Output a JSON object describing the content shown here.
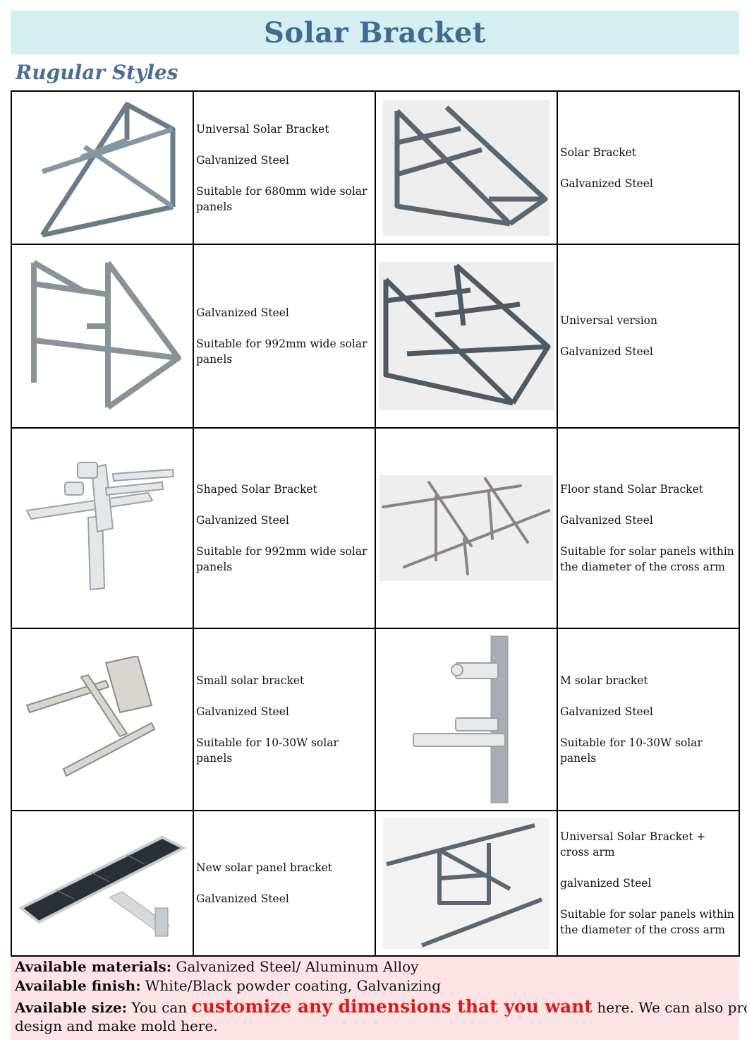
{
  "header": {
    "title": "Solar Bracket",
    "subtitle": "Rugular Styles"
  },
  "rows": [
    [
      {
        "lines": [
          "Universal Solar Bracket",
          "Galvanized Steel",
          "Suitable for 680mm wide solar panels"
        ]
      },
      {
        "lines": [
          "Solar Bracket",
          "Galvanized Steel"
        ]
      }
    ],
    [
      {
        "lines": [
          "Galvanized Steel",
          "Suitable for 992mm wide solar panels"
        ]
      },
      {
        "lines": [
          "Universal version",
          "Galvanized Steel"
        ]
      }
    ],
    [
      {
        "lines": [
          "Shaped Solar Bracket",
          "Galvanized Steel",
          "Suitable for 992mm wide solar panels"
        ]
      },
      {
        "lines": [
          "Floor stand Solar Bracket",
          "Galvanized Steel",
          "Suitable for solar panels within the diameter of the cross arm"
        ]
      }
    ],
    [
      {
        "lines": [
          "Small solar bracket",
          "Galvanized Steel",
          "Suitable for 10-30W solar panels"
        ]
      },
      {
        "lines": [
          "M solar bracket",
          "Galvanized Steel",
          "Suitable for 10-30W solar panels"
        ]
      }
    ],
    [
      {
        "lines": [
          "New solar panel bracket",
          "Galvanized Steel"
        ]
      },
      {
        "lines": [
          "Universal Solar Bracket + cross arm",
          "galvanized Steel",
          "Suitable for solar panels within the diameter of the cross arm"
        ]
      }
    ]
  ],
  "footer": {
    "materials_label": "Available materials:",
    "materials_value": " Galvanized Steel/ Aluminum Alloy",
    "finish_label": "Available finish:",
    "finish_value": " White/Black powder coating, Galvanizing",
    "size_label": "Available size:",
    "size_pre": " You can ",
    "size_highlight": "customize any dimensions that you want",
    "size_post": " here. We can also provide",
    "size_line2": "design and make mold here."
  },
  "colors": {
    "title_bg": "#d5eef1",
    "title_text": "#3e6b8f",
    "footer_bg": "#fbe3e6",
    "highlight": "#e01818"
  }
}
